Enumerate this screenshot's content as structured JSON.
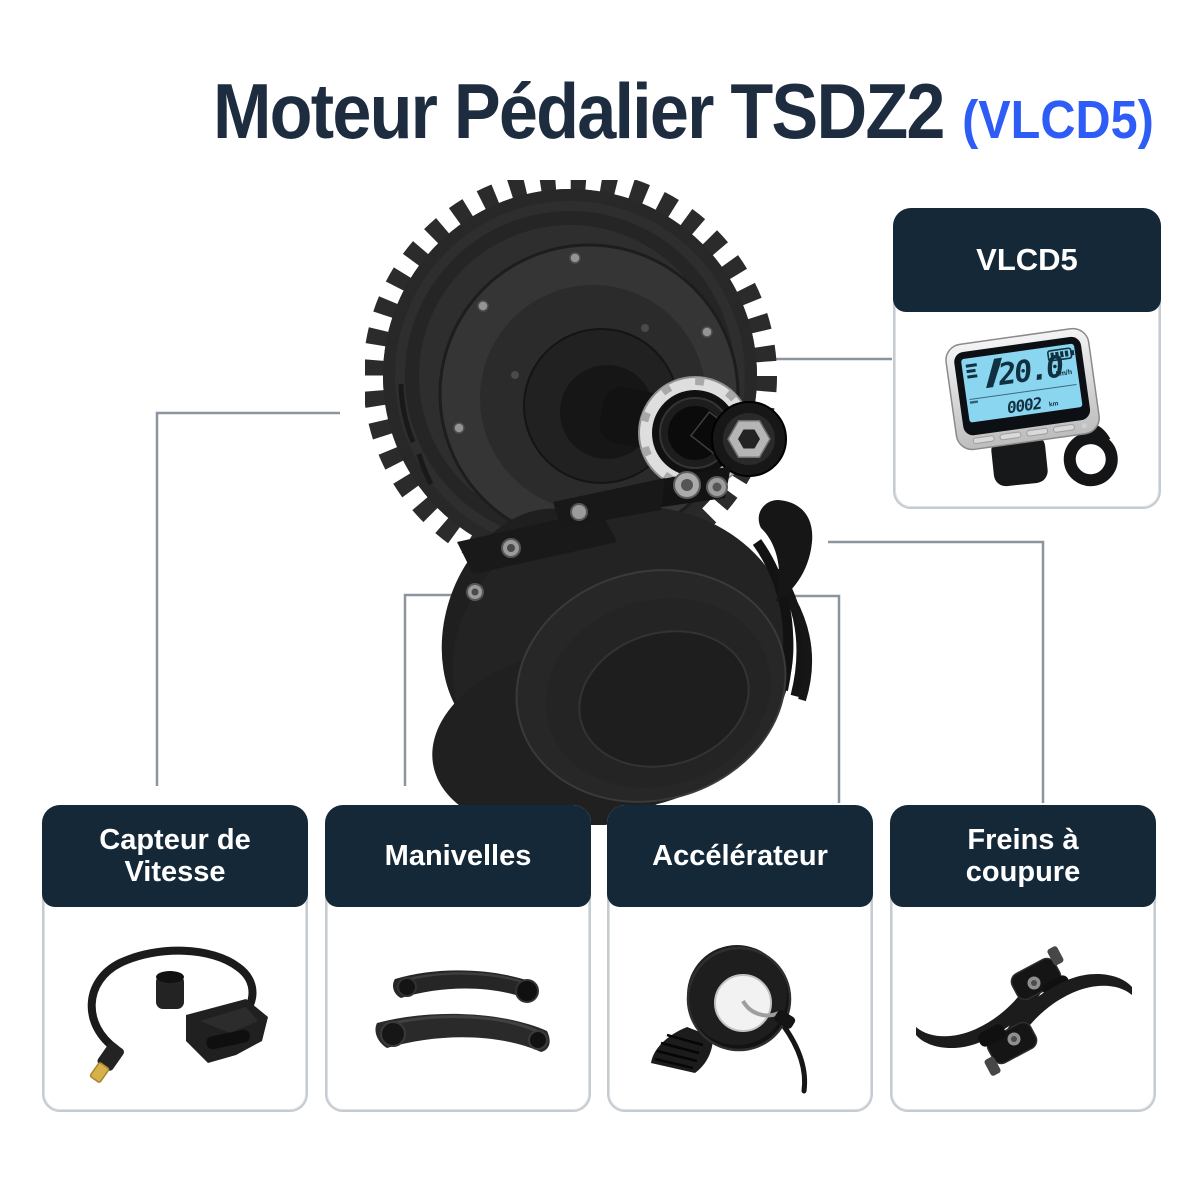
{
  "title": {
    "main": "Moteur Pédalier TSDZ2",
    "suffix": "(VLCD5)"
  },
  "colors": {
    "title_navy": "#1d2c3f",
    "accent_blue": "#2e5cf6",
    "header_navy": "#152838",
    "card_border": "#c4cbd1",
    "connector_gray": "#8b959f",
    "lcd_blue": "#8ad6f1",
    "lcd_ink": "#113140"
  },
  "display_card": {
    "title": "VLCD5",
    "screen": {
      "speed": "20.0",
      "speed_unit": "km/h",
      "odometer": "0002",
      "odometer_unit": "km"
    }
  },
  "parts": [
    {
      "id": "speed-sensor",
      "lines": [
        "Capteur de",
        "Vitesse"
      ]
    },
    {
      "id": "cranks",
      "lines": [
        "Manivelles"
      ]
    },
    {
      "id": "throttle",
      "lines": [
        "Accélérateur"
      ]
    },
    {
      "id": "cutoff-brakes",
      "lines": [
        "Freins à",
        "coupure"
      ]
    }
  ]
}
